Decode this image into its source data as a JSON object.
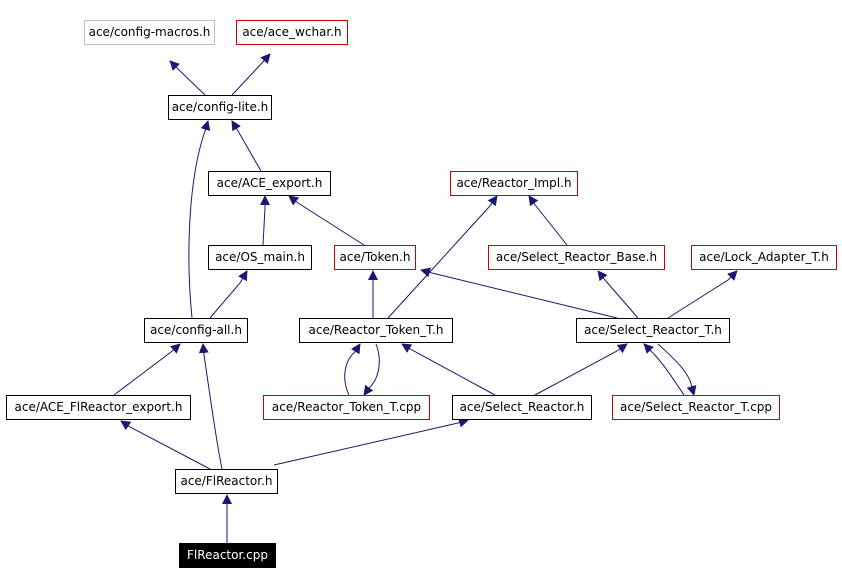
{
  "colors": {
    "edge": "#191970",
    "node_border": "#000000",
    "missing_border": "#cc0000",
    "undocumented_border": "#bfbfbf",
    "root_fill": "#000000",
    "root_text": "#ffffff"
  },
  "nodes": {
    "config_macros": "ace/config-macros.h",
    "ace_wchar": "ace/ace_wchar.h",
    "config_lite": "ace/config-lite.h",
    "ace_export": "ace/ACE_export.h",
    "reactor_impl": "ace/Reactor_Impl.h",
    "os_main": "ace/OS_main.h",
    "token": "ace/Token.h",
    "select_reactor_base": "ace/Select_Reactor_Base.h",
    "lock_adapter": "ace/Lock_Adapter_T.h",
    "config_all": "ace/config-all.h",
    "reactor_token_t": "ace/Reactor_Token_T.h",
    "select_reactor_t": "ace/Select_Reactor_T.h",
    "flreactor_export": "ace/ACE_FlReactor_export.h",
    "reactor_token_t_cpp": "ace/Reactor_Token_T.cpp",
    "select_reactor": "ace/Select_Reactor.h",
    "select_reactor_t_cpp": "ace/Select_Reactor_T.cpp",
    "flreactor_h": "ace/FlReactor.h",
    "flreactor_cpp": "FlReactor.cpp"
  }
}
